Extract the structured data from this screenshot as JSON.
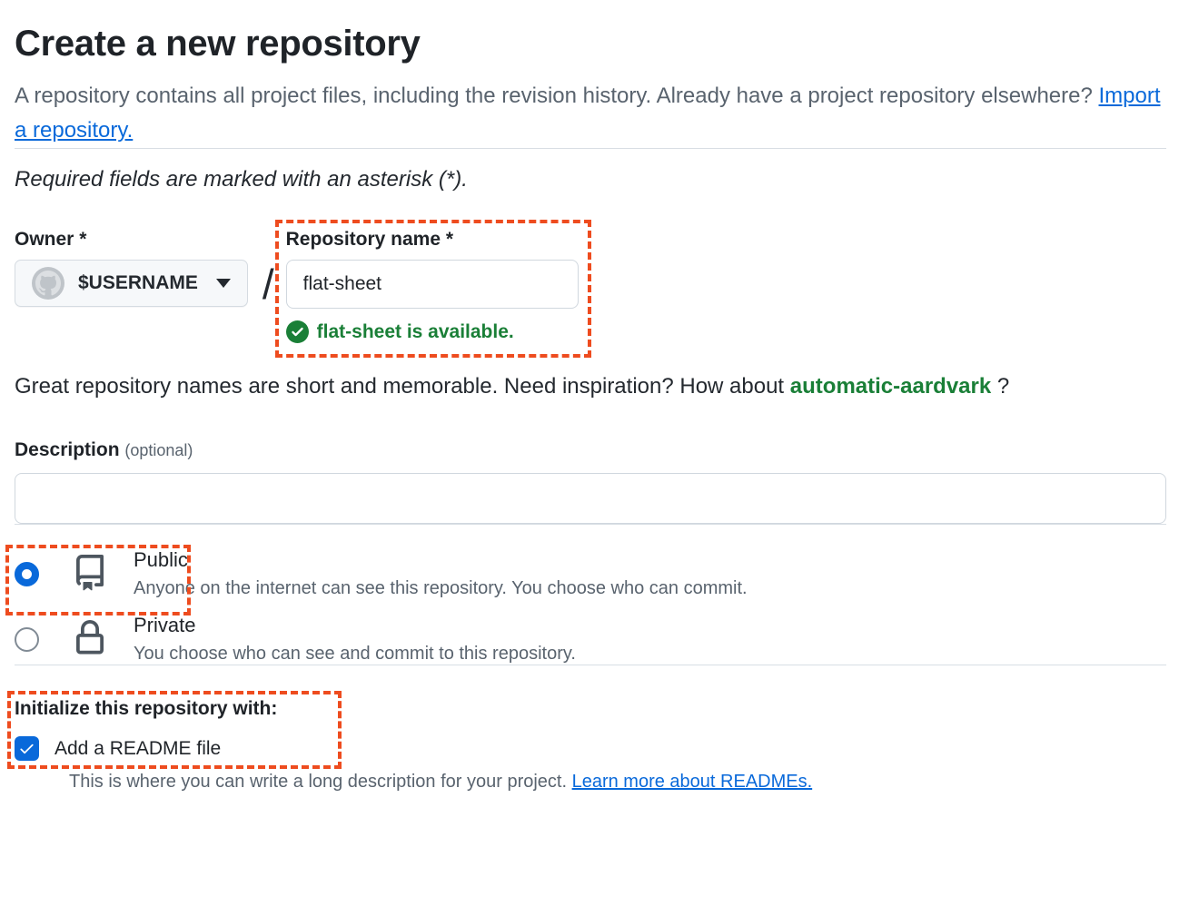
{
  "page": {
    "title": "Create a new repository",
    "intro_text": "A repository contains all project files, including the revision history. Already have a project repository elsewhere?",
    "import_link_label": "Import a repository.",
    "required_note": "Required fields are marked with an asterisk (*)."
  },
  "owner_field": {
    "label": "Owner",
    "required_asterisk": "*",
    "selected_owner": "$USERNAME",
    "separator": "/"
  },
  "repo_name_field": {
    "label": "Repository name",
    "required_asterisk": "*",
    "value": "flat-sheet",
    "availability_message": "flat-sheet is available."
  },
  "name_suggestion": {
    "text_before": "Great repository names are short and memorable. Need inspiration? How about",
    "suggested_name": "automatic-aardvark",
    "text_after": "?"
  },
  "description_field": {
    "label": "Description",
    "optional_note": "(optional)",
    "value": ""
  },
  "visibility": {
    "public": {
      "label": "Public",
      "description": "Anyone on the internet can see this repository. You choose who can commit.",
      "selected": true
    },
    "private": {
      "label": "Private",
      "description": "You choose who can see and commit to this repository.",
      "selected": false
    }
  },
  "initialize_section": {
    "heading": "Initialize this repository with:",
    "readme_checkbox": {
      "label": "Add a README file",
      "checked": true
    },
    "readme_help_text": "This is where you can write a long description for your project.",
    "readme_help_link_label": "Learn more about READMEs."
  },
  "colors": {
    "accent_blue": "#0969da",
    "success_green": "#1a7f37",
    "annotation_orange": "#ee4c1f"
  }
}
